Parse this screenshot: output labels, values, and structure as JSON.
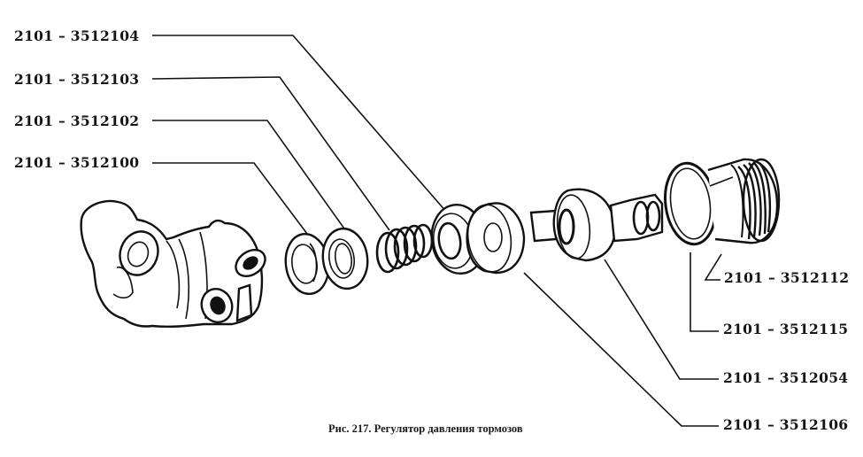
{
  "figure": {
    "caption": "Рис. 217. Регулятор давления тормозов",
    "labels_left": [
      {
        "id": "p104",
        "text": "2101 – 3512104"
      },
      {
        "id": "p103",
        "text": "2101 – 3512103"
      },
      {
        "id": "p102",
        "text": "2101 – 3512102"
      },
      {
        "id": "p100",
        "text": "2101 – 3512100"
      }
    ],
    "labels_right": [
      {
        "id": "p112",
        "text": "2101 – 3512112"
      },
      {
        "id": "p115",
        "text": "2101 – 3512115"
      },
      {
        "id": "p054",
        "text": "2101 – 3512054"
      },
      {
        "id": "p106",
        "text": "2101 – 3512106"
      }
    ],
    "parts": [
      "regulator-housing",
      "seal-ring-outer",
      "seal-ring-inner",
      "spring",
      "spring-seat",
      "bushing",
      "piston",
      "o-ring",
      "plug-with-thread"
    ]
  }
}
